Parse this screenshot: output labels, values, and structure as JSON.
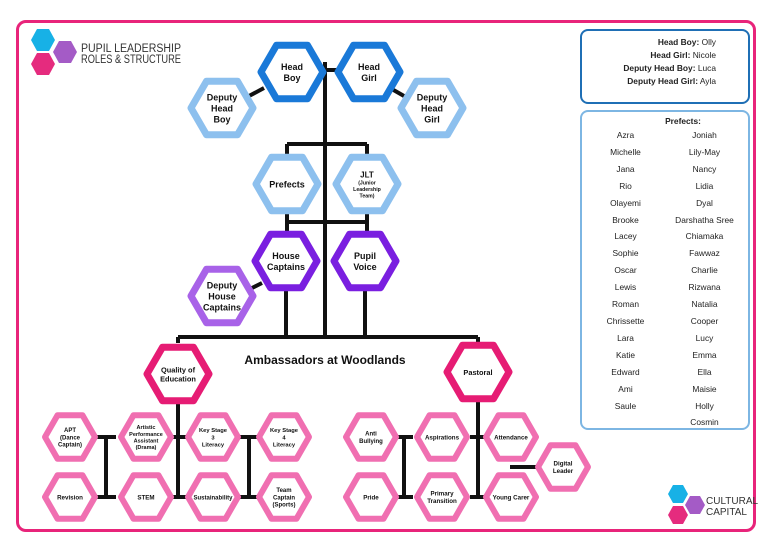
{
  "title": {
    "line1": "PUPIL LEADERSHIP",
    "line2": "ROLES & STRUCTURE"
  },
  "logo_bottom": {
    "line1": "CULTURAL",
    "line2": "CAPITAL"
  },
  "colors": {
    "border": "#e8247a",
    "blue_dark": "#1a79d8",
    "blue_light": "#8dc0ee",
    "purple": "#7a1fe0",
    "lilac": "#a862e8",
    "magenta": "#e61c74",
    "pink": "#f06fb1",
    "logo_blue": "#17b1e6",
    "logo_purple": "#a45bc6",
    "logo_pink": "#e52b7e"
  },
  "hexes": {
    "head_boy": "Head Boy",
    "head_girl": "Head Girl",
    "deputy_head_boy": "Deputy Head Boy",
    "deputy_head_girl": "Deputy Head Girl",
    "prefects": "Prefects",
    "jlt": "JLT",
    "jlt_sub": "(Junior Leadership Team)",
    "house_captains": "House Captains",
    "pupil_voice": "Pupil Voice",
    "deputy_house_captains": "Deputy House Captains",
    "quality_of_education": "Quality of Education",
    "pastoral": "Pastoral",
    "apt": "APT",
    "apt_sub": "(Dance Captain)",
    "artistic": "Artistic Performance Assistant (Drama)",
    "ks3": "Key Stage 3 Literacy",
    "ks4": "Key Stage 4 Literacy",
    "revision": "Revision",
    "stem": "STEM",
    "sustainability": "Sustainability",
    "team_captain": "Team Captain (Sports)",
    "anti_bullying": "Anti Bullying",
    "aspirations": "Aspirations",
    "attendance": "Attendance",
    "digital_leader": "Digital Leader",
    "pride": "Pride",
    "primary_transition": "Primary Transition",
    "young_carer": "Young Carer"
  },
  "ambassadors_label": "Ambassadors at Woodlands",
  "head_roles": [
    {
      "label": "Head Boy:",
      "name": "Olly"
    },
    {
      "label": "Head Girl:",
      "name": "Nicole"
    },
    {
      "label": "Deputy Head Boy:",
      "name": "Luca"
    },
    {
      "label": "Deputy Head Girl:",
      "name": "Ayla"
    }
  ],
  "prefects_title": "Prefects:",
  "prefects_left": [
    "Azra",
    "Michelle",
    "Jana",
    "Rio",
    "Olayemi",
    "Brooke",
    "Lacey",
    "Sophie",
    "Oscar",
    "Lewis",
    "Roman",
    "Chrissette",
    "Lara",
    "Katie",
    "Edward",
    "Ami",
    "Saule"
  ],
  "prefects_right": [
    "Joniah",
    "Lily-May",
    "Nancy",
    "Lidia",
    "Dyal",
    "Darshatha Sree",
    "Chiamaka",
    "Fawwaz",
    "Charlie",
    "Rizwana",
    "Natalia",
    "Cooper",
    "Lucy",
    "Emma",
    "Ella",
    "Maisie",
    "Holly",
    "Cosmin"
  ]
}
